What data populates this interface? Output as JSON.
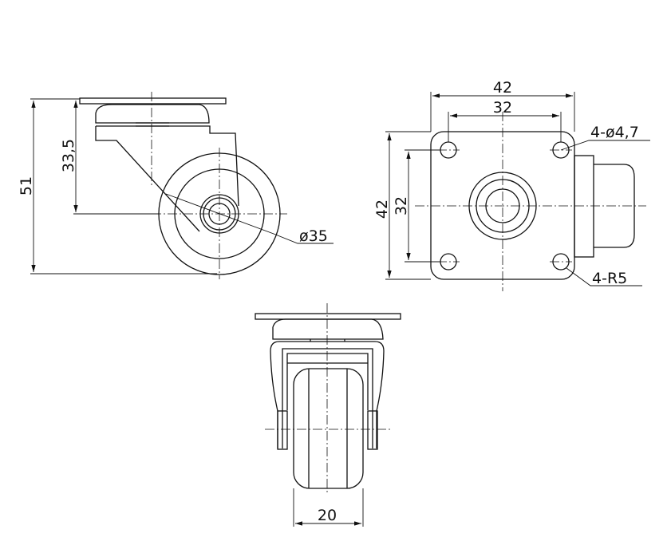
{
  "title": "Swivel caster technical drawing",
  "side_view": {
    "overall_height": "51",
    "plate_to_axle": "33,5",
    "wheel_diameter": "ø35"
  },
  "top_view": {
    "plate_width": "42",
    "hole_spacing_x": "32",
    "plate_height": "42",
    "hole_spacing_y": "32",
    "holes": "4-ø4,7",
    "corner_radius": "4-R5"
  },
  "front_view": {
    "wheel_width": "20"
  }
}
